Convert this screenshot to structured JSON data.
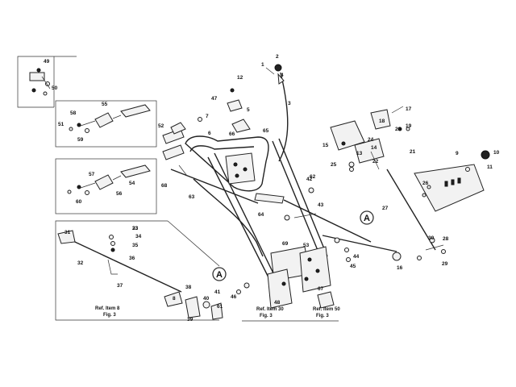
{
  "diagram": {
    "marker": "A",
    "captions": [
      {
        "id": "ref-fig3-left",
        "line1": "Ref. Item 8",
        "line2": "Fig. 3"
      },
      {
        "id": "ref-fig3-center",
        "line1": "Ref. Item 30",
        "line2": "Fig. 3"
      },
      {
        "id": "ref-fig3-right",
        "line1": "Ref. Item 50",
        "line2": "Fig. 3"
      }
    ],
    "callouts": [
      "1",
      "2",
      "3",
      "4",
      "5",
      "6",
      "7",
      "8",
      "9",
      "10",
      "11",
      "12",
      "13",
      "14",
      "15",
      "16",
      "17",
      "18",
      "19",
      "20",
      "21",
      "22",
      "23",
      "24",
      "25",
      "26",
      "27",
      "28",
      "29",
      "30",
      "31",
      "32",
      "33",
      "34",
      "35",
      "36",
      "37",
      "38",
      "39",
      "40",
      "41",
      "42",
      "43",
      "44",
      "45",
      "46",
      "47",
      "48",
      "49",
      "50",
      "51",
      "52",
      "53",
      "54",
      "55",
      "56",
      "57",
      "58",
      "59",
      "60",
      "61",
      "62",
      "63",
      "64",
      "65",
      "66",
      "67",
      "68",
      "69"
    ]
  }
}
